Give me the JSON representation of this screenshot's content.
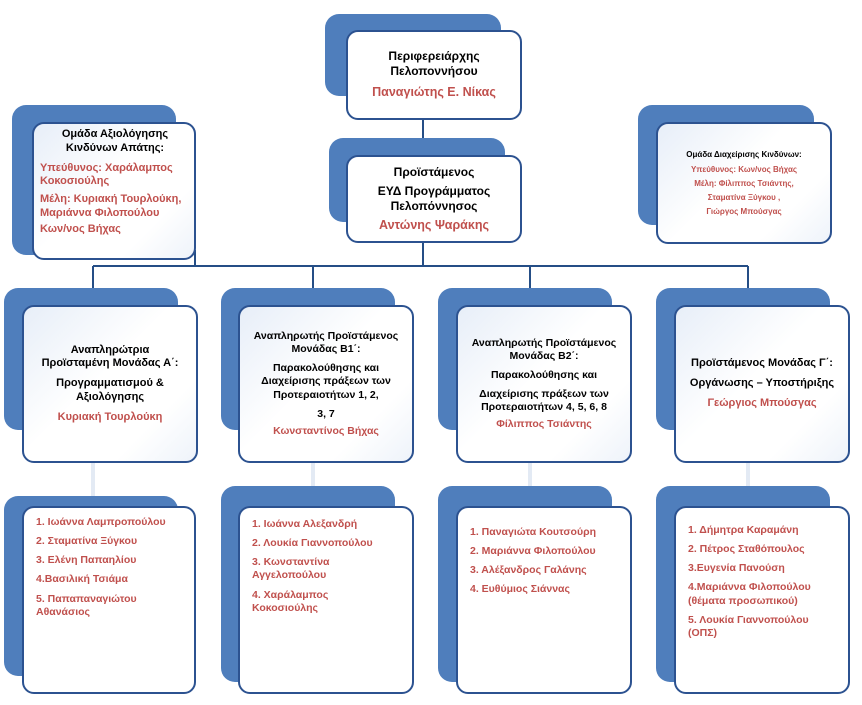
{
  "regional_governor": {
    "title_line1": "Περιφερειάρχης",
    "title_line2": "Πελοποννήσου",
    "name": "Παναγιώτης Ε. Νίκας"
  },
  "director": {
    "title_line1": "Προϊστάμενος",
    "title_line2": "ΕΥΔ Προγράμματος",
    "title_line3": "Πελοπόννησος",
    "name": "Αντώνης Ψαράκης"
  },
  "fraud_team": {
    "title_line1": "Ομάδα Αξιολόγησης",
    "title_line2": "Κινδύνων Απάτης:",
    "responsible_line1": "Υπεύθυνος: Χαράλαμπος",
    "responsible_line2": "Κοκοσιούλης",
    "members_line1": "Μέλη: Κυριακή Τουρλούκη,",
    "members_line2": "Μαριάννα Φιλοπούλου",
    "members_line3": "Κων/νος Βήχας"
  },
  "risk_team": {
    "title": "Ομάδα Διαχείρισης Κινδύνων:",
    "responsible": "Υπεύθυνος: Κων/νος Βήχας",
    "members_line1": "Μέλη: Φίλιππος Τσιάντης,",
    "members_line2": "Σταματίνα Ξύγκου ,",
    "members_line3": "Γιώργος Μπούσγας"
  },
  "unit_a": {
    "line1": "Αναπληρώτρια",
    "line2": "Προϊσταμένη Μονάδας Α΄:",
    "line3": "Προγραμματισμού  &",
    "line4": "Αξιολόγησης",
    "name": "Κυριακή Τουρλούκη"
  },
  "unit_b1": {
    "line1": "Αναπληρωτής Προϊστάμενος",
    "line2": "Μονάδας Β1΄:",
    "line3": "Παρακολούθησης  και",
    "line4": "Διαχείρισης πράξεων των",
    "line5": "Προτεραιοτήτων  1, 2,",
    "line6": "3, 7",
    "name": "Κωνσταντίνος  Βήχας"
  },
  "unit_b2": {
    "line1": "Αναπληρωτής Προϊστάμενος",
    "line2": "Μονάδας Β2΄:",
    "line3": "Παρακολούθησης  και",
    "line4": "Διαχείρισης πράξεων των",
    "line5": "Προτεραιοτήτων  4, 5, 6, 8",
    "name": "Φίλιππος Τσιάντης"
  },
  "unit_c": {
    "line1": "Προϊστάμενος Μονάδας Γ΄:",
    "line2": "Οργάνωσης – Υποστήριξης",
    "name": "Γεώργιος Μπούσγας"
  },
  "staff_a": [
    "1. Ιωάννα  Λαμπροπούλου",
    "2. Σταματίνα Ξύγκου",
    "3. Ελένη Παπαηλίου",
    "4.Βασιλική Τσιάμα",
    "5. Παπαπαναγιώτου\nΑθανάσιος"
  ],
  "staff_b1": [
    "1. Ιωάννα Αλεξανδρή",
    "2. Λουκία Γιαννοπούλου",
    "3. Κωνσταντίνα\nΑγγελοπούλου",
    "4. Χαράλαμπος\nΚοκοσιούλης"
  ],
  "staff_b2": [
    "1. Παναγιώτα Κουτσούρη",
    "2. Μαριάννα Φιλοπούλου",
    "3. Αλέξανδρος Γαλάνης",
    "4. Ευθύμιος Σιάννας"
  ],
  "staff_c": [
    "1. Δήμητρα Καραμάνη",
    "2. Πέτρος Σταθόπουλος",
    "3.Ευγενία Πανούση",
    "4.Μαριάννα Φιλοπούλου\n(θέματα προσωπικού)",
    "5. Λουκία Γιαννοπούλου\n(ΟΠΣ)"
  ],
  "colors": {
    "box_border": "#2c5290",
    "shadow_box": "#4f7ebc",
    "name_text": "#c0504d",
    "connector": "#254e86"
  }
}
